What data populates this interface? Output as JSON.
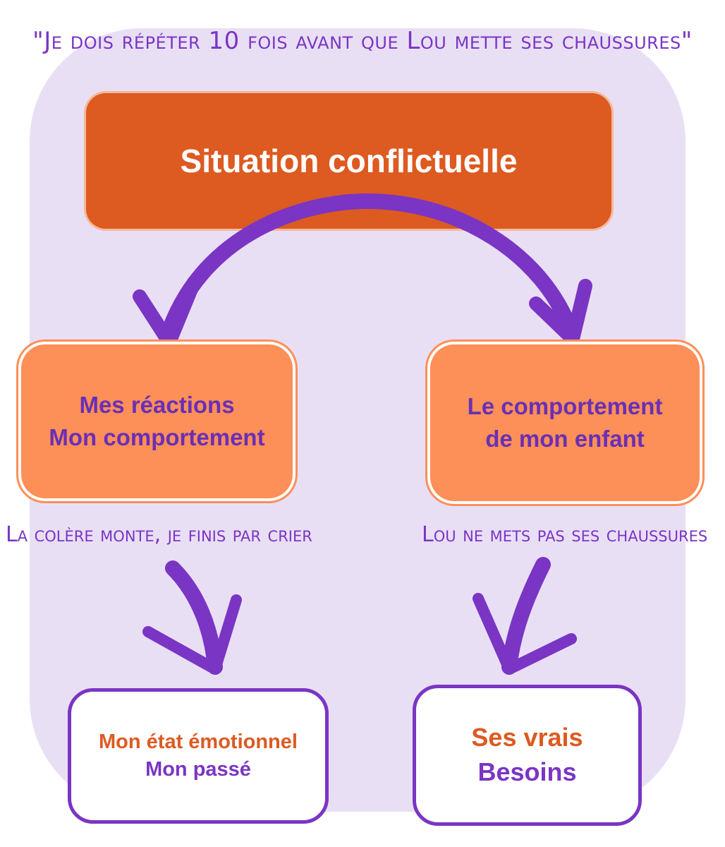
{
  "quote": "\"Je dois répéter 10 fois avant que Lou mette ses chaussures\"",
  "main": {
    "title": "Situation conflictuelle"
  },
  "left_box": {
    "line1": "Mes réactions",
    "line2": "Mon comportement"
  },
  "right_box": {
    "line1": "Le comportement",
    "line2": "de mon enfant"
  },
  "left_caption": "La colère monte, je finis par crier",
  "right_caption": "Lou ne mets pas ses chaussures",
  "bottom_left": {
    "line1": "Mon état émotionnel",
    "line2": "Mon passé"
  },
  "bottom_right": {
    "line1": "Ses vrais",
    "line2": "Besoins"
  },
  "colors": {
    "panel": "#e9dff5",
    "main_box": "#dd5a21",
    "orange_box": "#fd8f58",
    "purple": "#7a35c4"
  }
}
